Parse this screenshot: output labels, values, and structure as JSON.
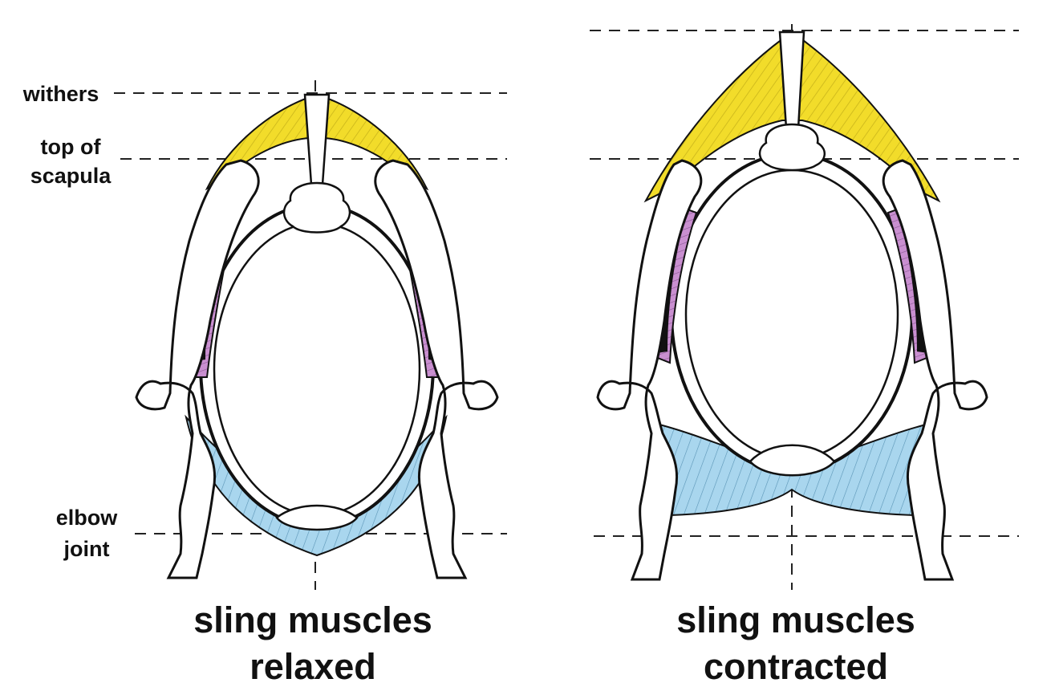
{
  "labels": {
    "withers": "withers",
    "top_of_scapula_1": "top of",
    "top_of_scapula_2": "scapula",
    "elbow_joint_1": "elbow",
    "elbow_joint_2": "joint"
  },
  "captions": {
    "relaxed_1": "sling muscles",
    "relaxed_2": "relaxed",
    "contracted_1": "sling muscles",
    "contracted_2": "contracted"
  },
  "colors": {
    "yellow_muscle": "#f2dc2a",
    "purple_muscle": "#c98fd0",
    "blue_muscle": "#a9d6ee",
    "bone": "#ffffff",
    "outline": "#111111"
  }
}
